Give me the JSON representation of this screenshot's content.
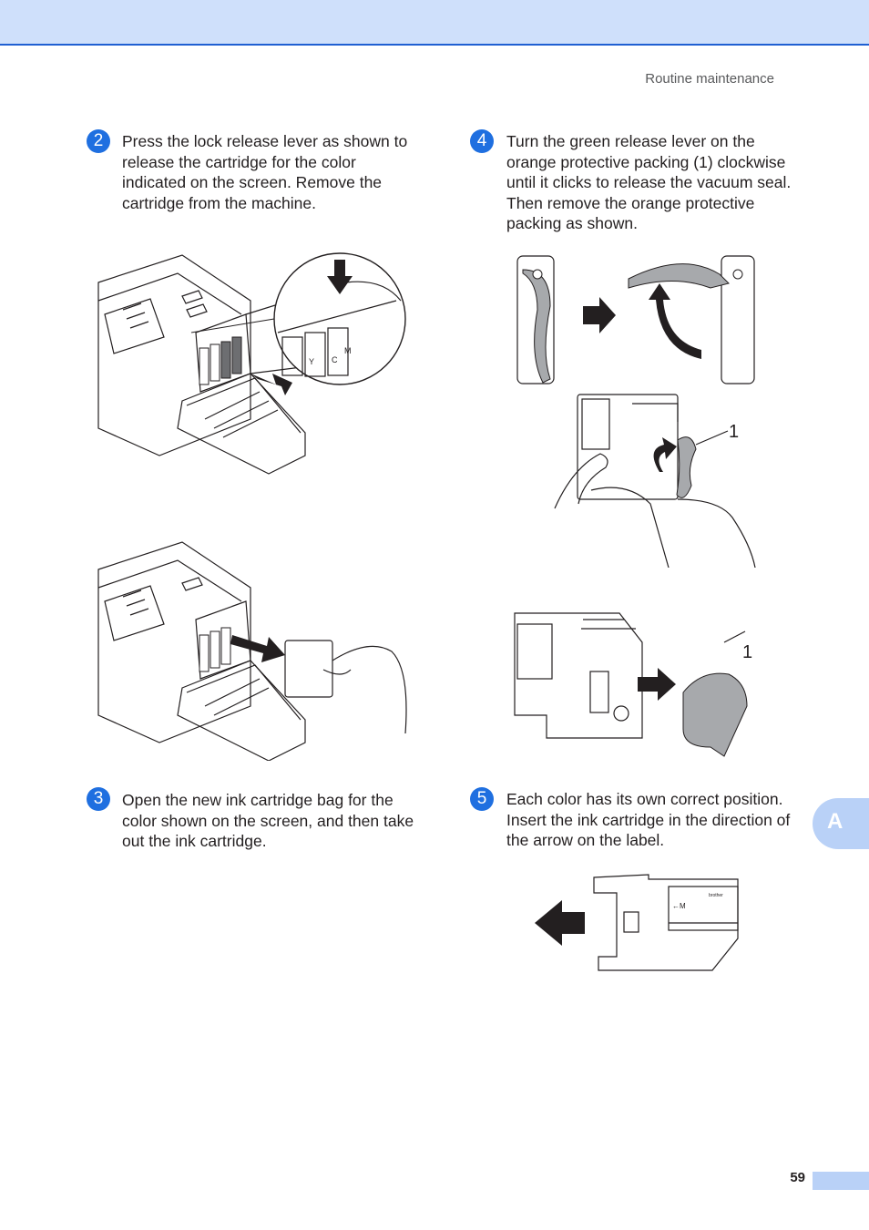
{
  "header": {
    "section": "Routine maintenance"
  },
  "steps": [
    {
      "number": "2",
      "text": "Press the lock release lever as shown to release the cartridge for the color indicated on the screen. Remove the cartridge from the machine."
    },
    {
      "number": "3",
      "text": "Open the new ink cartridge bag for the color shown on the screen, and then take out the ink cartridge."
    },
    {
      "number": "4",
      "text": "Turn the green release lever on the orange protective packing (1) clockwise until it clicks to release the vacuum seal. Then remove the orange protective packing as shown."
    },
    {
      "number": "5",
      "text": "Each color has its own correct position. Insert the ink cartridge in the direction of the arrow on the label."
    }
  ],
  "figures": {
    "callout_1": "1",
    "callout_2": "1",
    "slot_labels": [
      "Y",
      "C",
      "M"
    ],
    "cartridge_label": "←M",
    "brand_mark": "brother"
  },
  "side_tab": {
    "label": "A"
  },
  "footer": {
    "page": "59"
  },
  "colors": {
    "accent": "#1f6fe0",
    "header_band": "#cfe0fb",
    "tab": "#b9d1f7"
  }
}
